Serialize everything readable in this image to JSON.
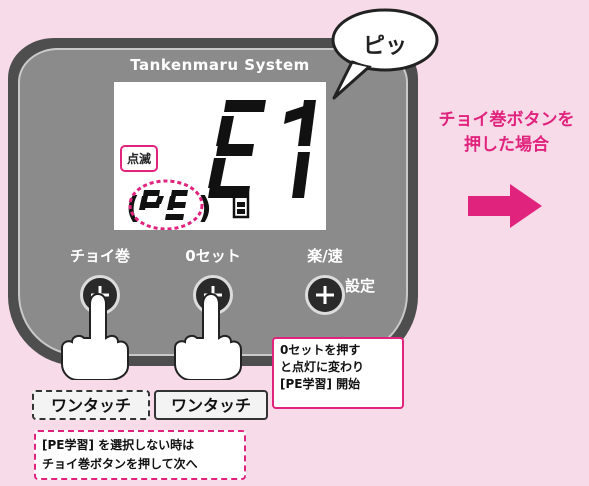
{
  "device": {
    "brand": "Tankenmaru System",
    "blink_label": "点滅",
    "display_main": "E 1",
    "display_mode": "PE",
    "buttons": [
      {
        "label": "チョイ巻"
      },
      {
        "label": "0セット"
      },
      {
        "label": "楽/速"
      }
    ],
    "setting_label": "設定"
  },
  "bubble": {
    "text": "ピッ"
  },
  "side_caption": {
    "lines": [
      "チョイ巻ボタンを",
      "押した場合"
    ]
  },
  "tags": {
    "left": "ワンタッチ",
    "right": "ワンタッチ"
  },
  "info_box": {
    "lines": [
      "0セットを押す",
      "と点灯に変わり",
      "[PE学習] 開始"
    ]
  },
  "note_box": {
    "lines": [
      "[PE学習] を選択しない時は",
      "チョイ巻ボタンを押して次へ"
    ]
  },
  "colors": {
    "accent": "#e0247e",
    "background": "#f8dbe9",
    "device": "#8b8b8b"
  }
}
